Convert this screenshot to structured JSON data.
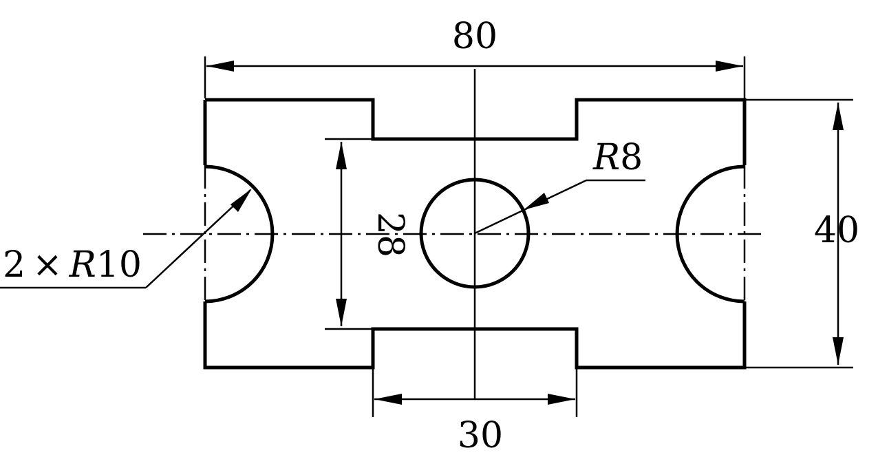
{
  "dimensions": {
    "overall_width": "80",
    "overall_height": "40",
    "slot_width": "30",
    "inner_height": "28",
    "hole_radius_prefix": "R",
    "hole_radius_value": "8",
    "notch_count": "2",
    "notch_times": "×",
    "notch_radius_prefix": "R",
    "notch_radius_value": "10"
  }
}
